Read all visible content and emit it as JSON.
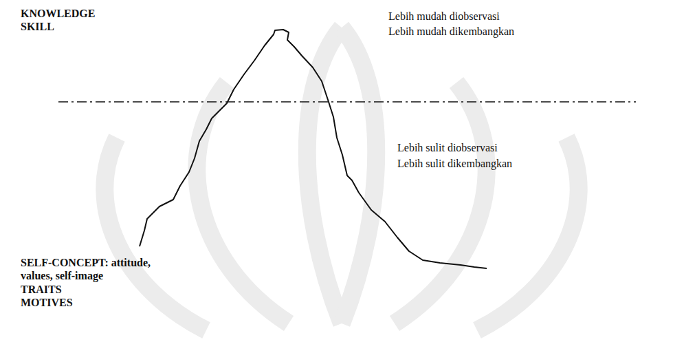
{
  "diagram": {
    "labels": [
      "KNOWLEDGE",
      "SKILL",
      "Lebih mudah diobservasi",
      "Lebih mudah dikembangkan",
      "Lebih sulit diobservasi",
      "Lebih sulit dikembangkan",
      "SELF-CONCEPT: attitude, values, self-image",
      "TRAITS",
      "MOTIVES"
    ]
  }
}
